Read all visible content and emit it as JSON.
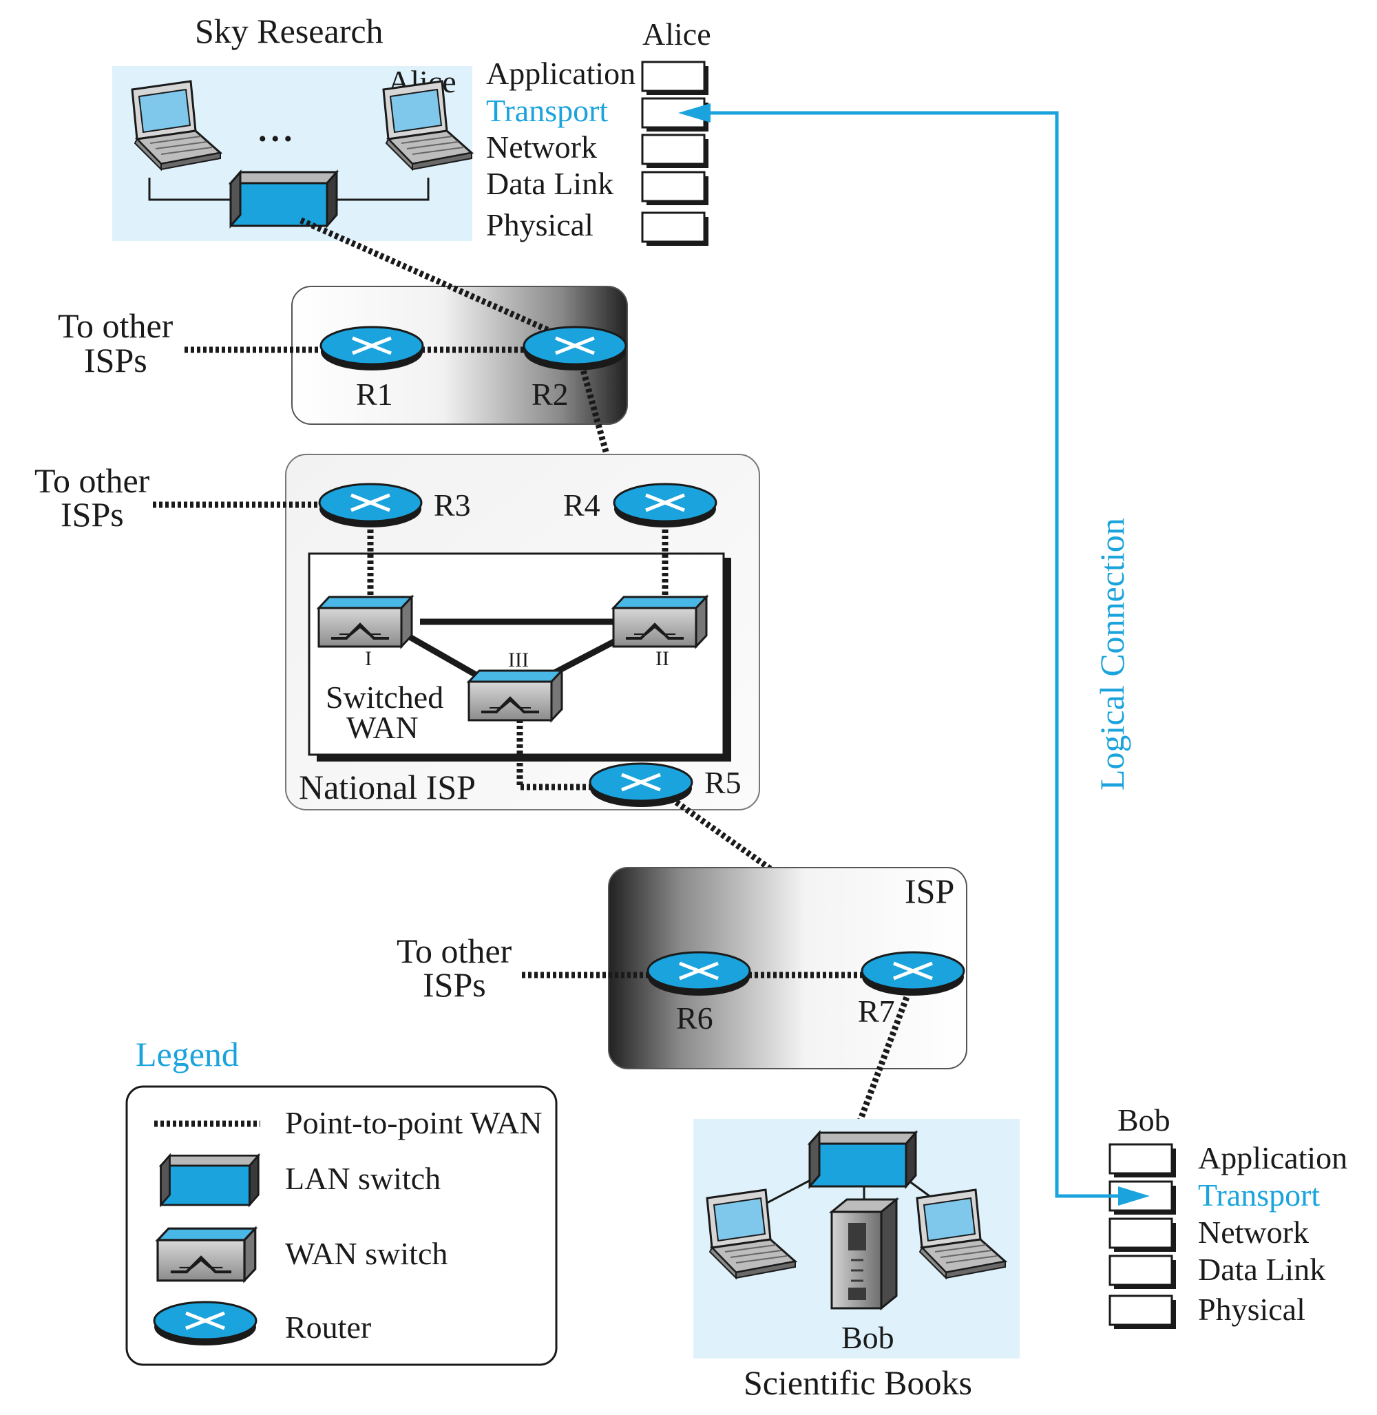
{
  "colors": {
    "accent": "#1aa3dc",
    "lan_background": "#dff2fc",
    "router_fill": "#1aa3dc",
    "switch_fill": "#1aa3dc",
    "ink": "#1a1a1a"
  },
  "sites": {
    "sky_research": {
      "title": "Sky Research",
      "host_label": "Alice",
      "dots": "..."
    },
    "scientific_books": {
      "title": "Scientific Books",
      "host_label": "Bob"
    }
  },
  "stacks": {
    "alice": {
      "title": "Alice",
      "layers": [
        "Application",
        "Transport",
        "Network",
        "Data Link",
        "Physical"
      ],
      "highlighted_layer": "Transport"
    },
    "bob": {
      "title": "Bob",
      "layers": [
        "Application",
        "Transport",
        "Network",
        "Data Link",
        "Physical"
      ],
      "highlighted_layer": "Transport"
    }
  },
  "logical_connection": {
    "label": "Logical Connection"
  },
  "isps": {
    "regional_top": {
      "routers": [
        "R1",
        "R2"
      ],
      "external_line1": "To other",
      "external_line2": "ISPs"
    },
    "national": {
      "label": "National ISP",
      "routers": [
        "R3",
        "R4",
        "R5"
      ],
      "external_line1": "To other",
      "external_line2": "ISPs",
      "wan": {
        "label_line1": "Switched",
        "label_line2": "WAN",
        "switches": [
          "I",
          "II",
          "III"
        ]
      }
    },
    "regional_bottom": {
      "label": "ISP",
      "routers": [
        "R6",
        "R7"
      ],
      "external_line1": "To other",
      "external_line2": "ISPs"
    }
  },
  "legend": {
    "title": "Legend",
    "items": [
      {
        "symbol": "point-to-point-wan-line",
        "label": "Point-to-point WAN"
      },
      {
        "symbol": "lan-switch-icon",
        "label": "LAN switch"
      },
      {
        "symbol": "wan-switch-icon",
        "label": "WAN switch"
      },
      {
        "symbol": "router-icon",
        "label": "Router"
      }
    ]
  }
}
